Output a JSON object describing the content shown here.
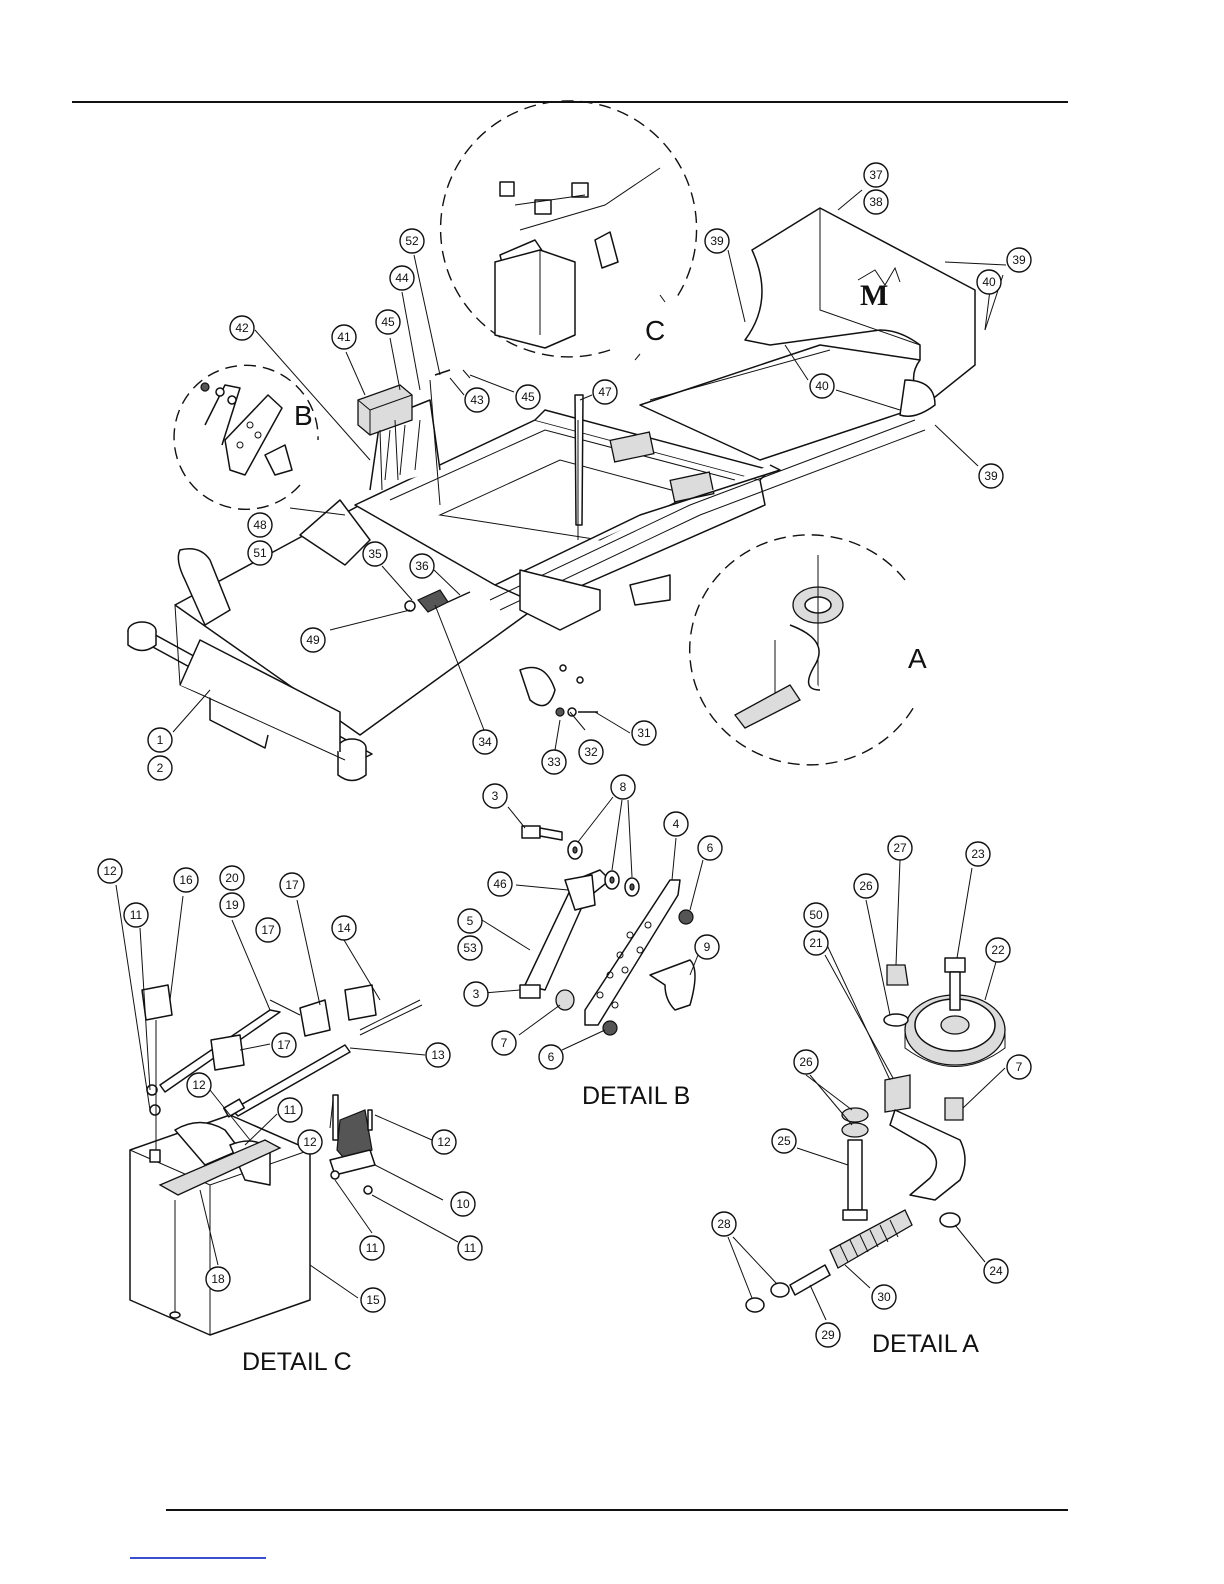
{
  "details": {
    "a_title": "DETAIL  A",
    "b_title": "DETAIL  B",
    "c_title": "DETAIL  C",
    "a_letter": "A",
    "b_letter": "B",
    "c_letter": "C"
  },
  "logo": {
    "mark": "M"
  },
  "callouts": {
    "main": [
      "1",
      "2",
      "31",
      "32",
      "33",
      "34",
      "35",
      "36",
      "49",
      "48",
      "51",
      "42",
      "41",
      "45",
      "44",
      "52",
      "43",
      "45b",
      "47",
      "37",
      "38",
      "39",
      "39b",
      "40",
      "40b",
      "39c"
    ],
    "n1": "1",
    "n2": "2",
    "n3": "3",
    "n4": "4",
    "n5": "5",
    "n6": "6",
    "n7": "7",
    "n8": "8",
    "n9": "9",
    "n10": "10",
    "n11": "11",
    "n12": "12",
    "n13": "13",
    "n14": "14",
    "n15": "15",
    "n16": "16",
    "n17": "17",
    "n18": "18",
    "n19": "19",
    "n20": "20",
    "n21": "21",
    "n22": "22",
    "n23": "23",
    "n24": "24",
    "n25": "25",
    "n26": "26",
    "n27": "27",
    "n28": "28",
    "n29": "29",
    "n30": "30",
    "n31": "31",
    "n32": "32",
    "n33": "33",
    "n34": "34",
    "n35": "35",
    "n36": "36",
    "n37": "37",
    "n38": "38",
    "n39": "39",
    "n40": "40",
    "n41": "41",
    "n42": "42",
    "n43": "43",
    "n44": "44",
    "n45": "45",
    "n46": "46",
    "n47": "47",
    "n48": "48",
    "n49": "49",
    "n50": "50",
    "n51": "51",
    "n52": "52",
    "n53": "53"
  },
  "colors": {
    "ink": "#111111",
    "link_underline": "#3a4fd0"
  }
}
